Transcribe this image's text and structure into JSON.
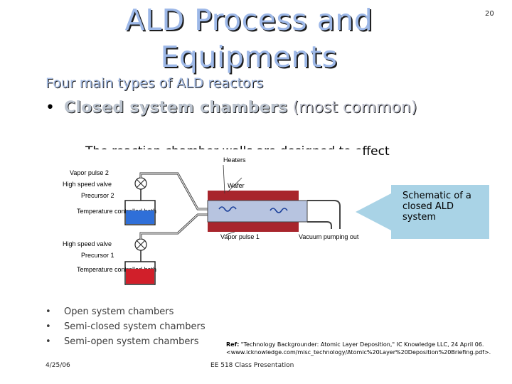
{
  "slide": {
    "title_line1": "ALD Process and",
    "title_line2": "Equipments",
    "page_number": "20",
    "subtitle": "Four main types of ALD reactors",
    "main_bullet_bold": "Closed system chambers",
    "main_bullet_rest": " (most common)",
    "sub_bullet": "The reaction chamber walls are designed to effect",
    "callout_text": "Schematic of a closed ALD system",
    "other_bullets": [
      "Open system chambers",
      "Semi-closed system chambers",
      "Semi-open system chambers"
    ],
    "reference_label": "Ref:",
    "reference_text": " \"Technology Backgrounder: Atomic Layer Deposition,\" IC Knowledge LLC, 24 April 06. <www.icknowledge.com/misc_technology/Atomic%20Layer%20Deposition%20Briefing.pdf>.",
    "footer_date": "4/25/06",
    "footer_course": "EE 518 Class Presentation"
  },
  "diagram": {
    "labels": {
      "heaters": "Heaters",
      "vapor_pulse_2": "Vapor pulse 2",
      "high_speed_valve_top": "High speed valve",
      "precursor_2": "Precursor 2",
      "temp_bath_top": "Temperature controlled bath",
      "wafer": "Wafer",
      "high_speed_valve_bottom": "High speed valve",
      "precursor_1": "Precursor 1",
      "temp_bath_bottom": "Temperature controlled bath",
      "vapor_pulse_1": "Vapor pulse 1",
      "vacuum": "Vacuum pumping out"
    },
    "colors": {
      "precursor_2": "#2f6fd8",
      "precursor_1": "#d11f2a",
      "heater": "#a8252c",
      "chamber": "#b7c4e0",
      "callout": "#a9d3e6"
    }
  }
}
